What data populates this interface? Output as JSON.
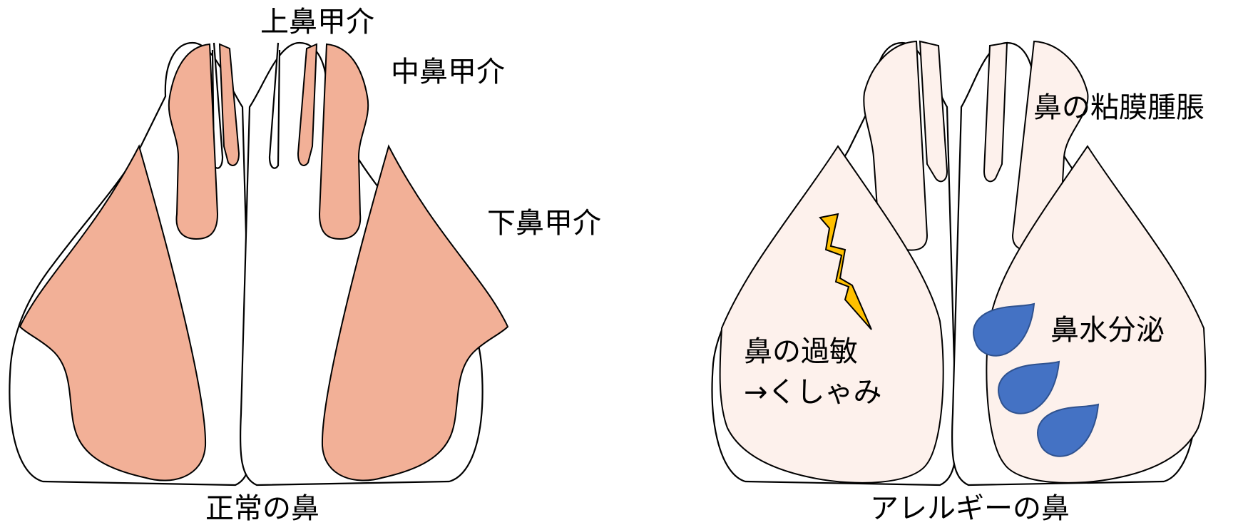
{
  "colors": {
    "normal_turbinate_fill": "#F2B097",
    "allergic_turbinate_fill": "#FDF1EC",
    "outline": "#000000",
    "droplet_fill": "#4472C4",
    "lightning_fill": "#FFC000"
  },
  "icons": {
    "lightning": "lightning-bolt-icon",
    "droplet": "water-droplet-icon"
  },
  "labels": {
    "superior_turbinate": "上鼻甲介",
    "middle_turbinate": "中鼻甲介",
    "inferior_turbinate": "下鼻甲介",
    "normal_nose": "正常の鼻",
    "mucosal_swelling": "鼻の粘膜腫脹",
    "hypersensitivity_line1": "鼻の過敏",
    "hypersensitivity_line2": "→くしゃみ",
    "rhinorrhea": "鼻水分泌",
    "allergic_nose": "アレルギーの鼻"
  }
}
